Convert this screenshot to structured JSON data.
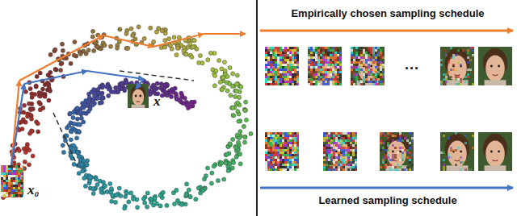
{
  "diagram": {
    "labels": [
      "Empirically chosen sampling schedule",
      "Learned sampling schedule",
      "x₀",
      "x",
      "..."
    ]
  }
}
